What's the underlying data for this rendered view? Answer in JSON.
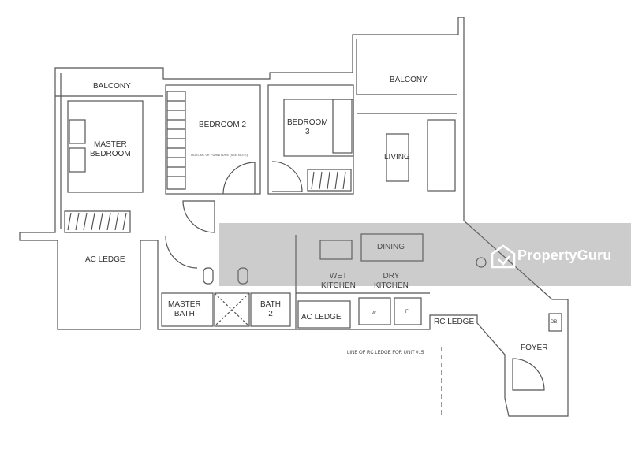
{
  "rooms": {
    "balcony_left": "BALCONY",
    "balcony_right": "BALCONY",
    "bedroom2": "BEDROOM 2",
    "bedroom3": "BEDROOM\n3",
    "master_bedroom": "MASTER\nBEDROOM",
    "living": "LIVING",
    "dining": "DINING",
    "ac_ledge_left": "AC LEDGE",
    "wet_kitchen": "WET\nKITCHEN",
    "dry_kitchen": "DRY\nKITCHEN",
    "master_bath": "MASTER\nBATH",
    "bath2": "BATH\n2",
    "ac_ledge_bottom": "AC LEDGE",
    "rc_ledge": "RC LEDGE",
    "foyer": "FOYER"
  },
  "annotations": {
    "furniture_note": "OUTLINE OF FURNITURE (SEE NOTE)",
    "rc_ledge_line": "LINE OF RC LEDGE FOR UNIT #15",
    "db": "DB",
    "washer": "W",
    "fridge": "F"
  },
  "watermark": {
    "brand": "PropertyGuru",
    "logo_icon": "propertyguru-logo-icon"
  }
}
